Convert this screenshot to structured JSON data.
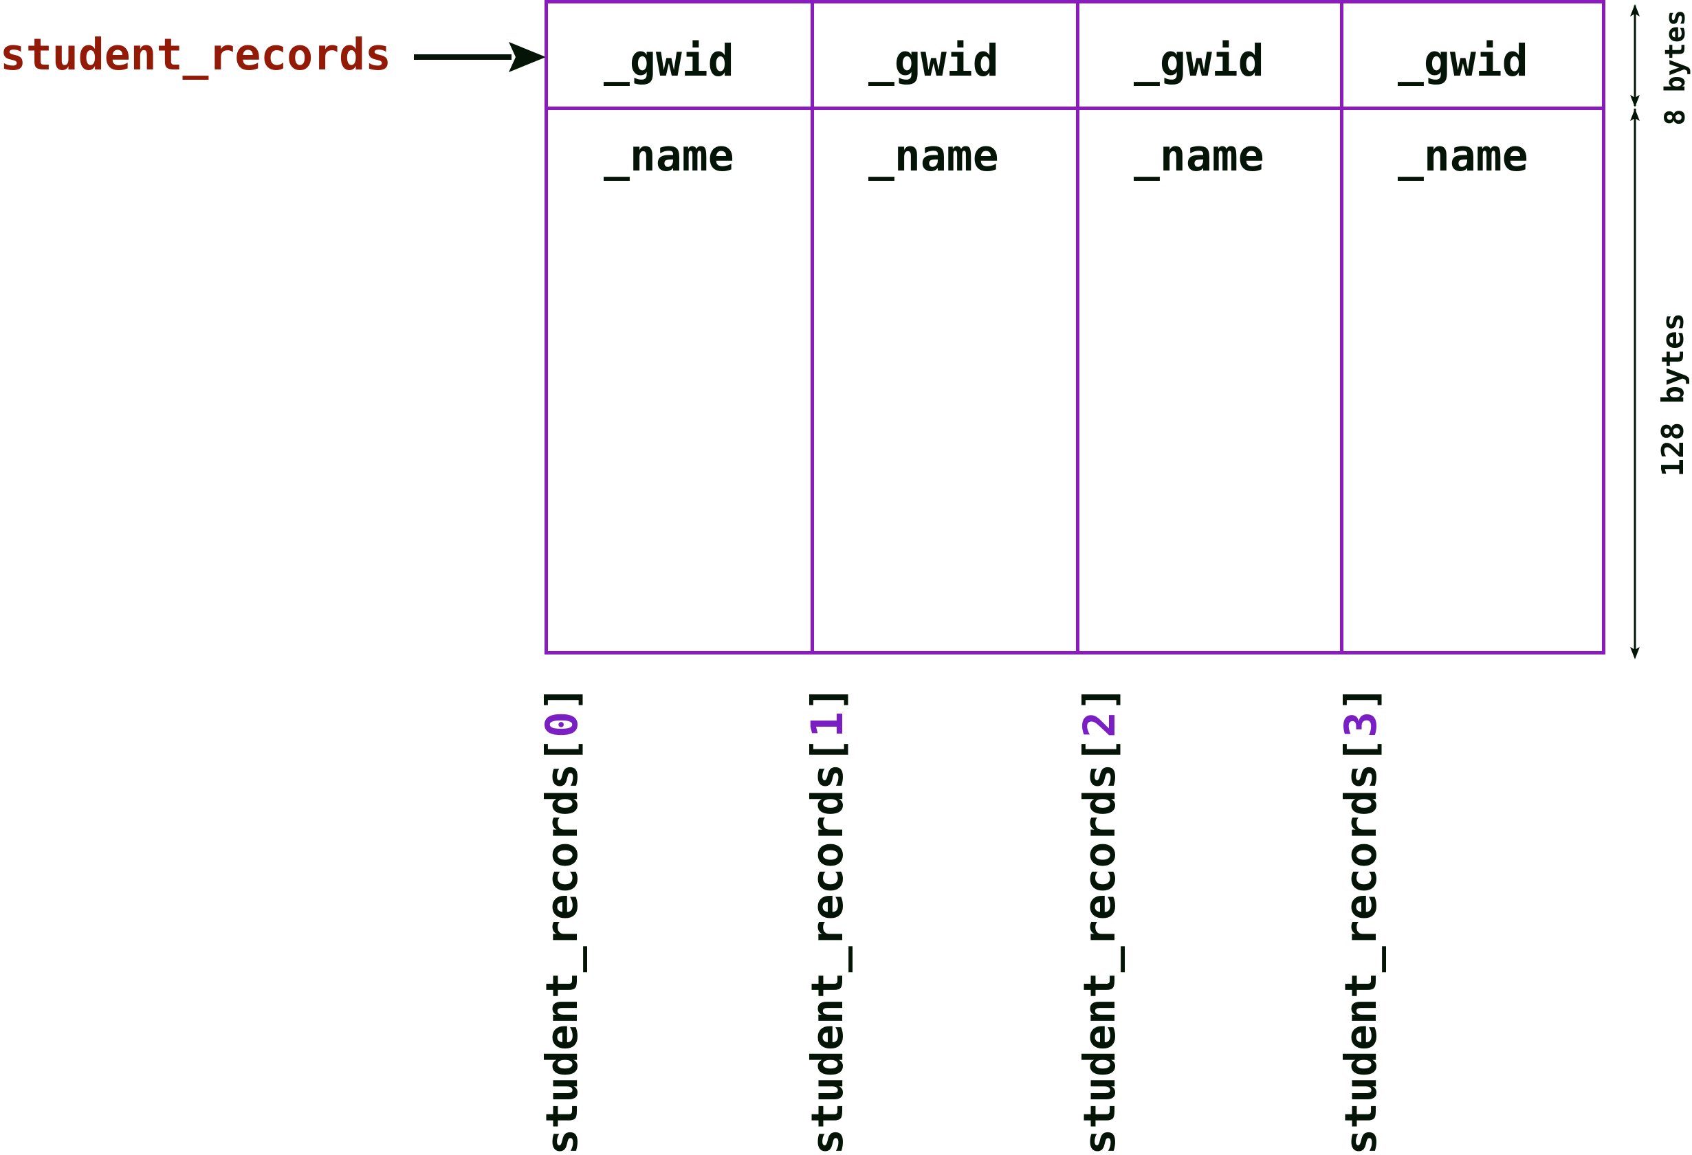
{
  "pointer": {
    "label": "student_records",
    "color": "#921a06"
  },
  "colors": {
    "border": "#8a1bbf",
    "text": "#041507",
    "index": "#7a1fc4",
    "arrow": "#041507"
  },
  "records": [
    {
      "gwid": "_gwid",
      "name": "_name",
      "label_prefix": "student_records[",
      "index": "0",
      "label_suffix": "]"
    },
    {
      "gwid": "_gwid",
      "name": "_name",
      "label_prefix": "student_records[",
      "index": "1",
      "label_suffix": "]"
    },
    {
      "gwid": "_gwid",
      "name": "_name",
      "label_prefix": "student_records[",
      "index": "2",
      "label_suffix": "]"
    },
    {
      "gwid": "_gwid",
      "name": "_name",
      "label_prefix": "student_records[",
      "index": "3",
      "label_suffix": "]"
    }
  ],
  "dimensions": {
    "gwid_size": "8 bytes",
    "name_size": "128 bytes"
  }
}
